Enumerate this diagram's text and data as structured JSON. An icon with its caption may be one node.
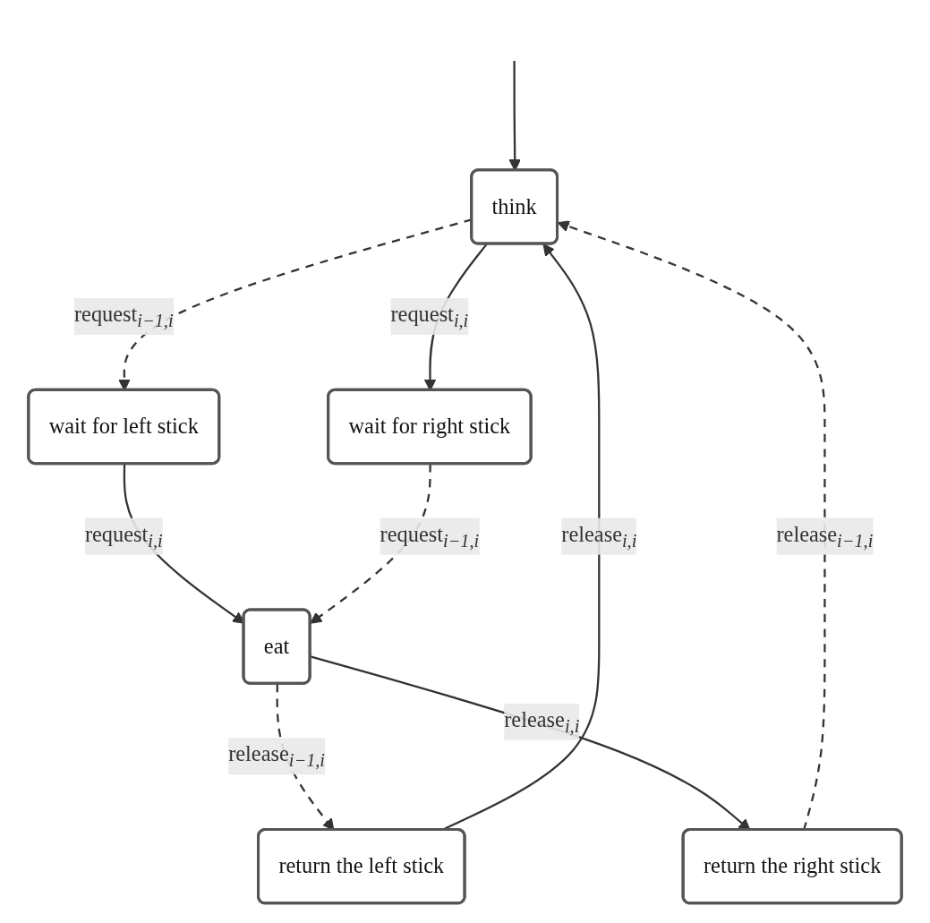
{
  "diagram": {
    "nodes": [
      {
        "text": [
          "think"
        ]
      },
      {
        "text": [
          "wait for left stick"
        ]
      },
      {
        "text": [
          "wait for right stick"
        ]
      },
      {
        "text": [
          "eat"
        ]
      },
      {
        "text": [
          "return the left stick"
        ]
      },
      {
        "text": [
          "return the right stick"
        ]
      }
    ],
    "edges": [
      {
        "from": null,
        "to": 0,
        "arrow": "to"
      },
      {
        "from": 0,
        "to": 1,
        "arrow": "to",
        "style": "dashed",
        "label": "request$_{i−1,i}$"
      },
      {
        "from": 0,
        "to": 2,
        "arrow": "to",
        "label": "request$_{i,i}$"
      },
      {
        "from": 1,
        "to": 3,
        "arrow": "to",
        "label": "request$_{i,i}$"
      },
      {
        "from": 2,
        "to": 3,
        "arrow": "to",
        "style": "dashed",
        "label": "request$_{i−1,i}$"
      },
      {
        "from": 3,
        "to": 4,
        "arrow": "to",
        "style": "dashed",
        "label": "release$_{i−1,i}$"
      },
      {
        "from": 3,
        "to": 5,
        "arrow": "to",
        "label": "release$_{i,i}$"
      },
      {
        "from": 4,
        "to": 0,
        "arrow": "to",
        "label": "release$_{i,i}$"
      },
      {
        "from": 5,
        "to": 0,
        "arrow": "to",
        "style": "dashed",
        "label": "release$_{i−1,i}$"
      }
    ]
  }
}
